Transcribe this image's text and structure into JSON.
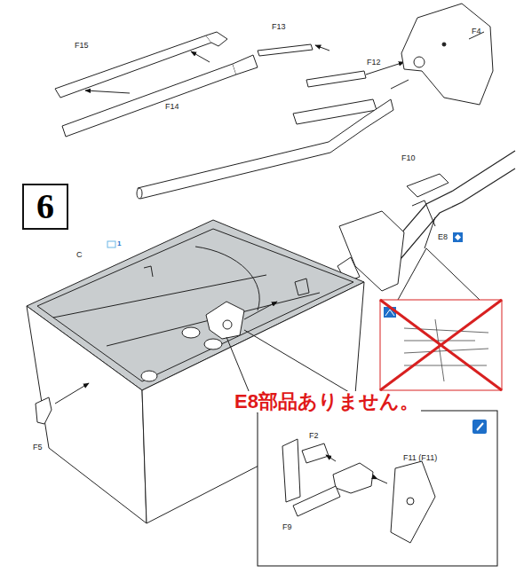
{
  "diagram": {
    "nodes": [
      {
        "text": [
          "6"
        ]
      }
    ],
    "labels": [
      "F15",
      "F14",
      "F13",
      "F12",
      "F4",
      "F10",
      "E8",
      "C",
      "1",
      "F5",
      "F2",
      "F9",
      "F11 (F11)",
      "E8部品ありません。"
    ]
  }
}
